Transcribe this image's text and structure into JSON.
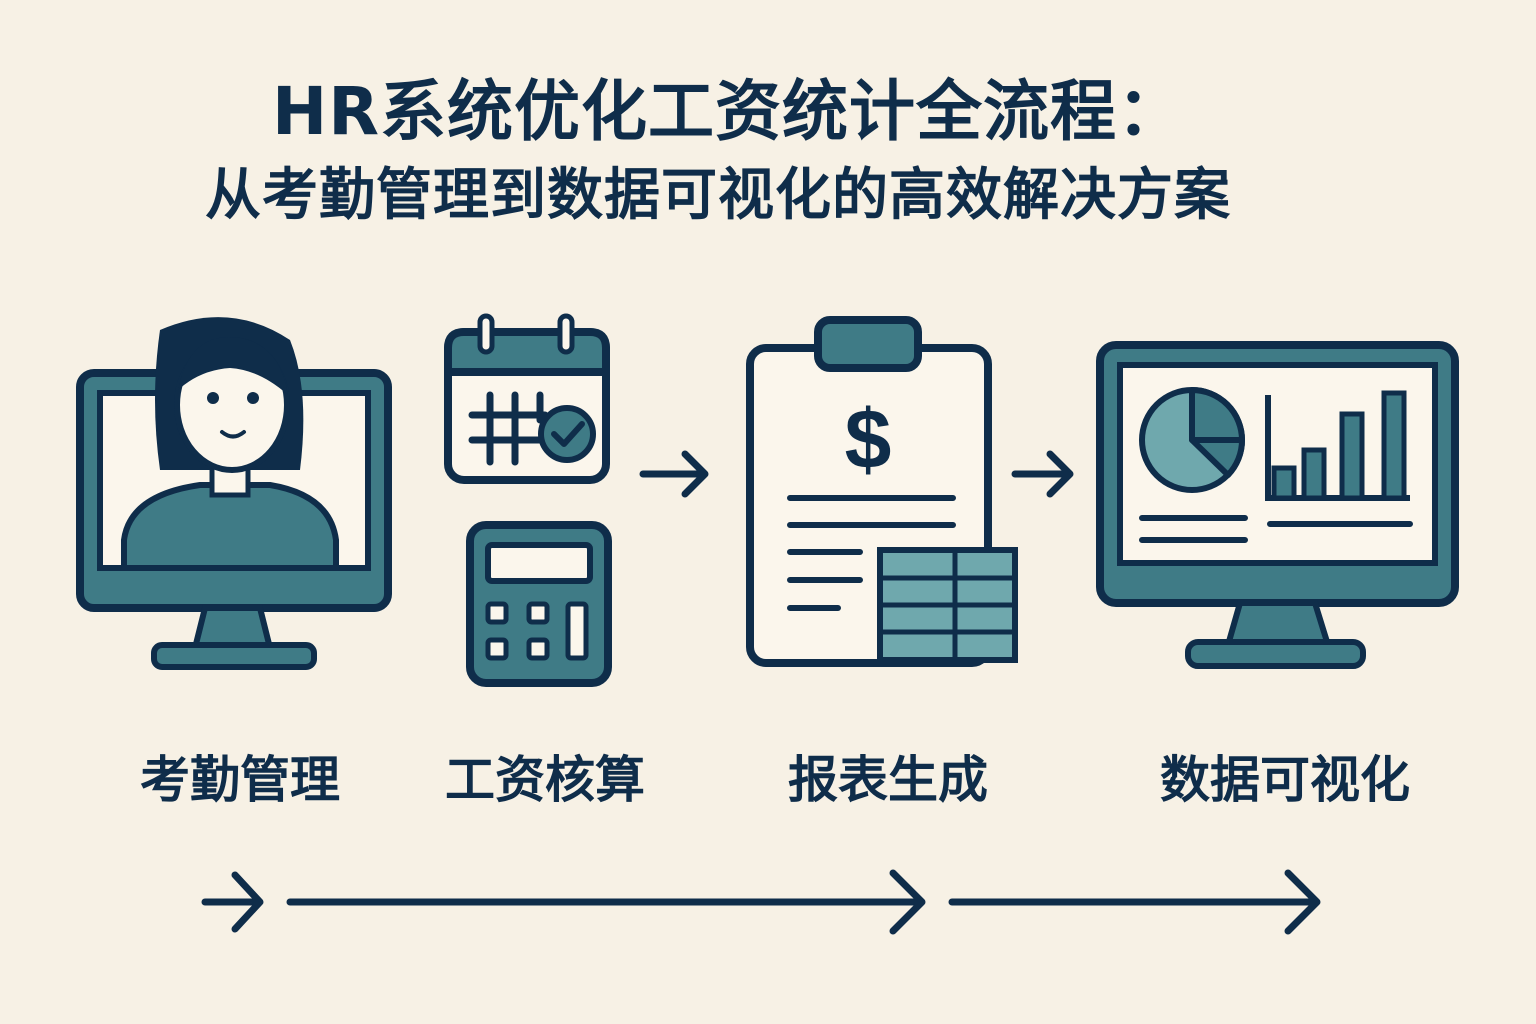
{
  "title": {
    "line1": "HR系统优化工资统计全流程：",
    "line2": "从考勤管理到数据可视化的高效解决方案"
  },
  "steps": [
    {
      "label": "考勤管理",
      "icon": "person-monitor-icon"
    },
    {
      "label": "工资核算",
      "icon": "calendar-check-icon"
    },
    {
      "label": "报表生成",
      "icon": "payroll-clipboard-icon"
    },
    {
      "label": "数据可视化",
      "icon": "dashboard-monitor-icon"
    }
  ],
  "extra_icons": [
    "calculator-icon"
  ],
  "colors": {
    "background": "#f7f1e5",
    "dark_navy": "#0f2d4a",
    "teal": "#3f7b86",
    "light_teal": "#6fa8ad",
    "panel": "#fbf6ec"
  }
}
